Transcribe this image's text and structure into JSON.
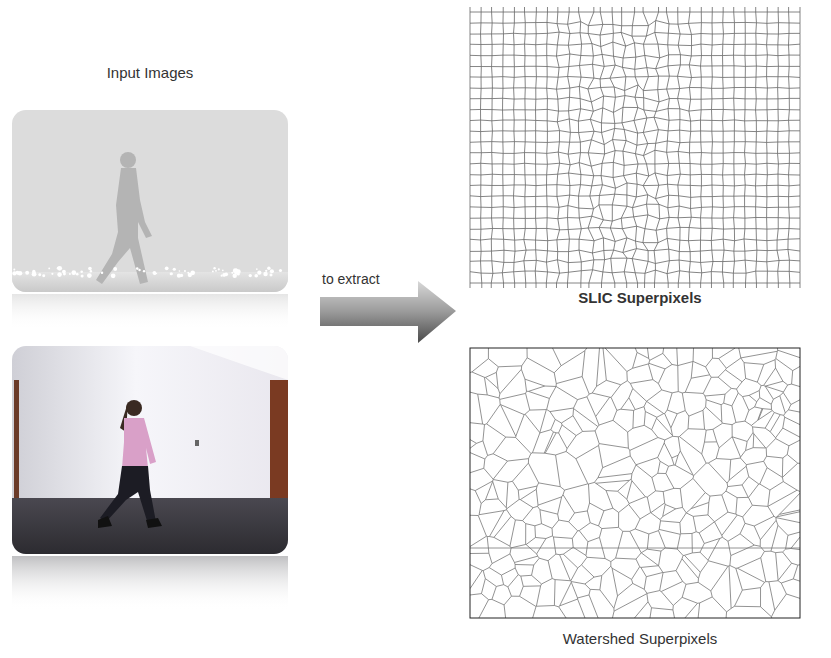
{
  "diagram": {
    "labels": [
      "Input Images",
      "to extract",
      "SLIC Superpixels",
      "Watershed Superpixels"
    ]
  }
}
